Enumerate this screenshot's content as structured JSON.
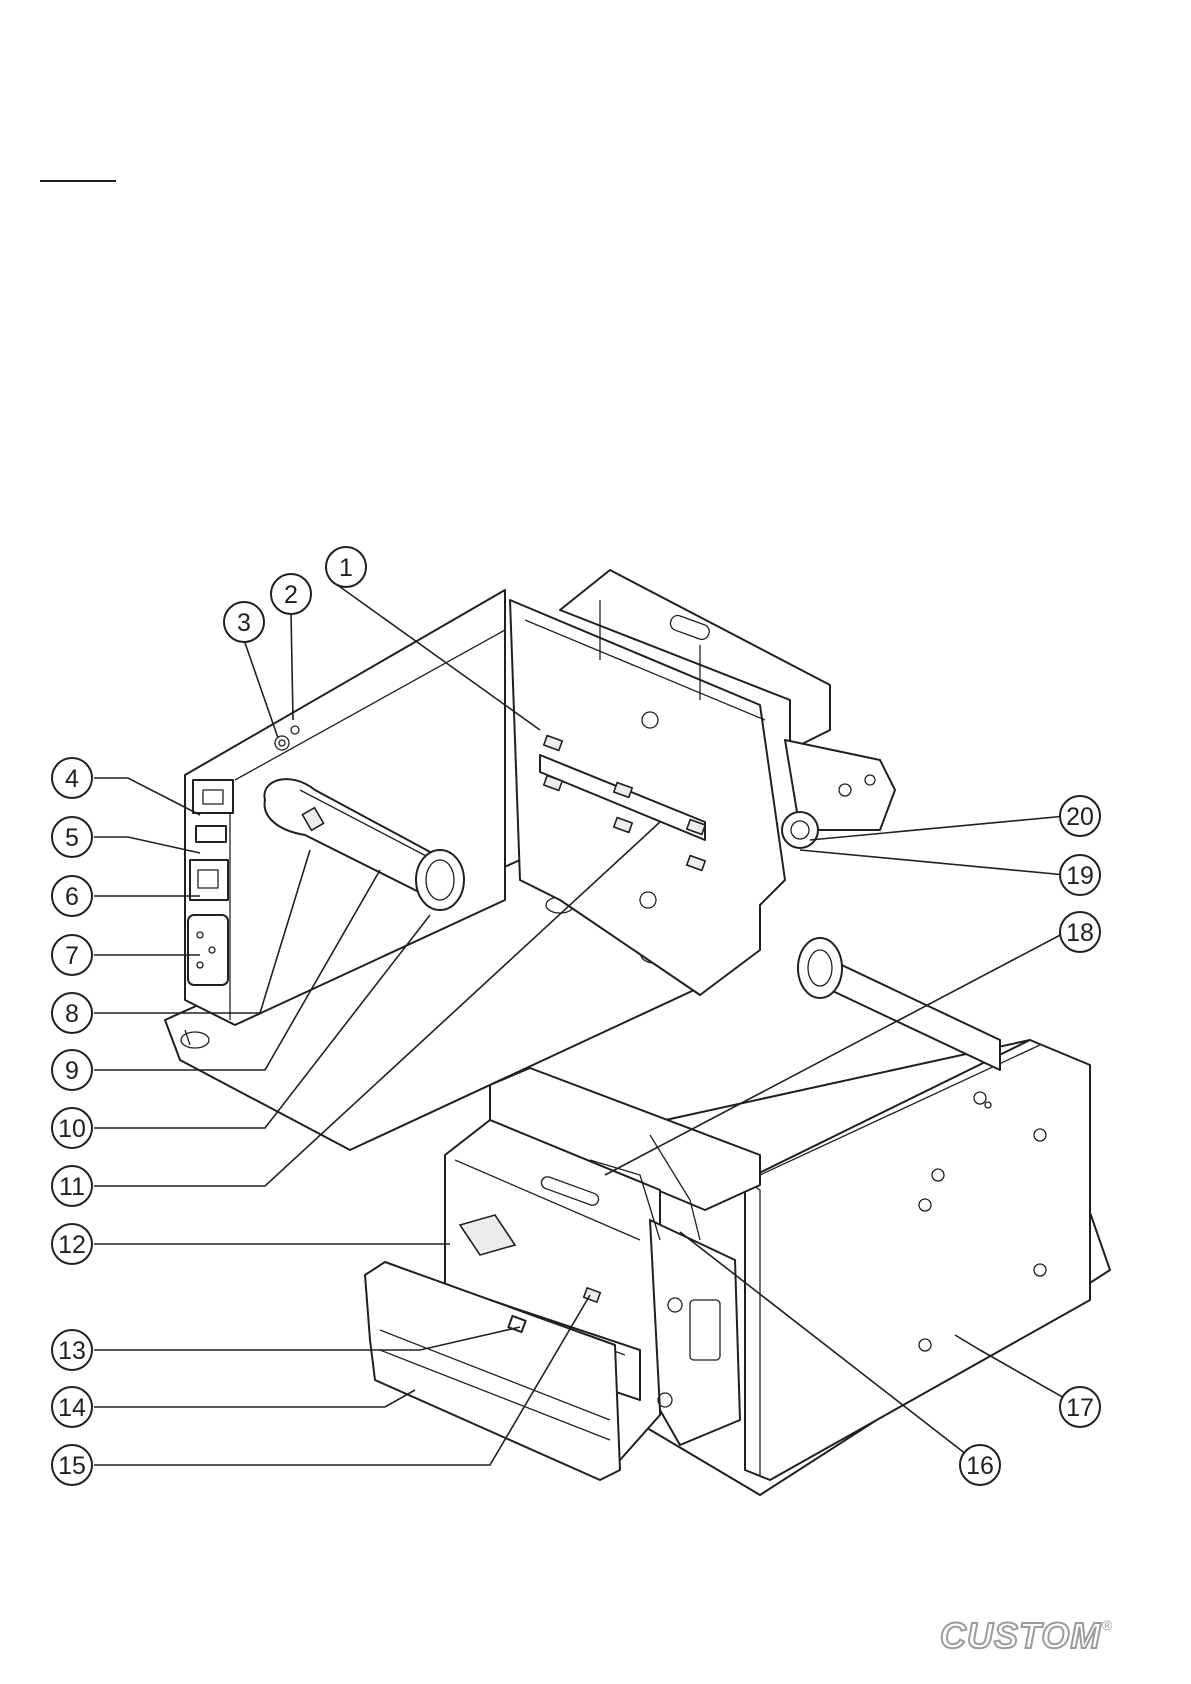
{
  "figure": {
    "callouts": [
      {
        "label": "1"
      },
      {
        "label": "2"
      },
      {
        "label": "3"
      },
      {
        "label": "4"
      },
      {
        "label": "5"
      },
      {
        "label": "6"
      },
      {
        "label": "7"
      },
      {
        "label": "8"
      },
      {
        "label": "9"
      },
      {
        "label": "10"
      },
      {
        "label": "11"
      },
      {
        "label": "12"
      },
      {
        "label": "13"
      },
      {
        "label": "14"
      },
      {
        "label": "15"
      },
      {
        "label": "16"
      },
      {
        "label": "17"
      },
      {
        "label": "18"
      },
      {
        "label": "19"
      },
      {
        "label": "20"
      }
    ]
  },
  "footer": {
    "logo_text": "CUSTOM",
    "logo_mark": "®"
  }
}
